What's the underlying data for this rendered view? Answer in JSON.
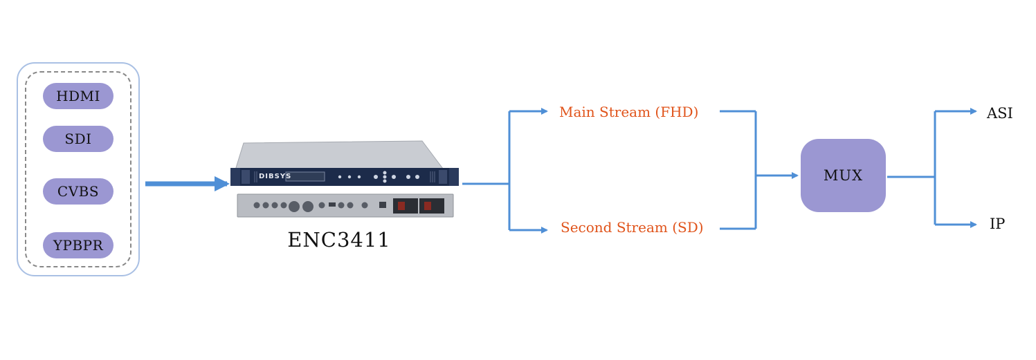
{
  "inputs": {
    "items": [
      "HDMI",
      "SDI",
      "CVBS",
      "YPBPR"
    ]
  },
  "device": {
    "brand": "DIBSYS",
    "name": "ENC3411"
  },
  "streams": {
    "main": "Main Stream (FHD)",
    "second": "Second Stream (SD)"
  },
  "mux": {
    "label": "MUX"
  },
  "outputs": {
    "asi": "ASI",
    "ip": "IP"
  },
  "colors": {
    "arrow": "#4f8fd6",
    "pill": "#9b97d2",
    "stream_text": "#e0531a",
    "group_border": "#a9c0e4"
  }
}
